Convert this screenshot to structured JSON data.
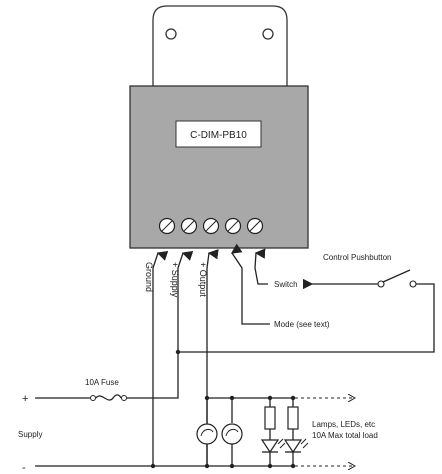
{
  "device": {
    "label": "C-DIM-PB10",
    "terminal_count": 5
  },
  "terminals": [
    {
      "label": "Ground"
    },
    {
      "label": "+ Supply"
    },
    {
      "label": "+ Output"
    },
    {
      "label": "Mode (see text)"
    },
    {
      "label": "Switch"
    }
  ],
  "annotations": {
    "control_pushbutton": "Control Pushbutton",
    "fuse": "10A Fuse",
    "supply": "Supply",
    "supply_plus": "+",
    "supply_minus": "-",
    "loads_line1": "Lamps, LEDs, etc",
    "loads_line2": "10A Max total load"
  },
  "colors": {
    "housing": "#a8a8a8",
    "housing_border": "#333333",
    "bracket": "#ffffff",
    "line": "#222222"
  }
}
